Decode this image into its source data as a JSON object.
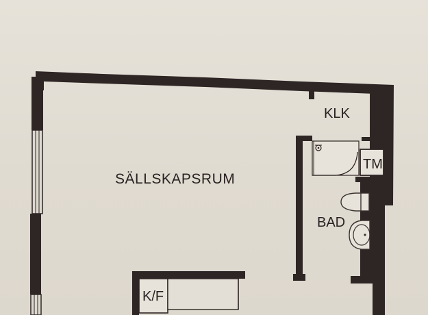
{
  "rooms": {
    "living_room": "SÄLLSKAPSRUM",
    "closet": "KLK",
    "dryer_cabinet": "TM",
    "bathroom": "BAD",
    "fridge_freezer": "K/F"
  },
  "colors": {
    "paper": "#e2ddd3",
    "walls": "#2e2624",
    "window_glass": "#dcd8cf"
  },
  "icons": {
    "shower": "shower-icon",
    "toilet": "toilet-icon",
    "sink": "sink-icon"
  }
}
